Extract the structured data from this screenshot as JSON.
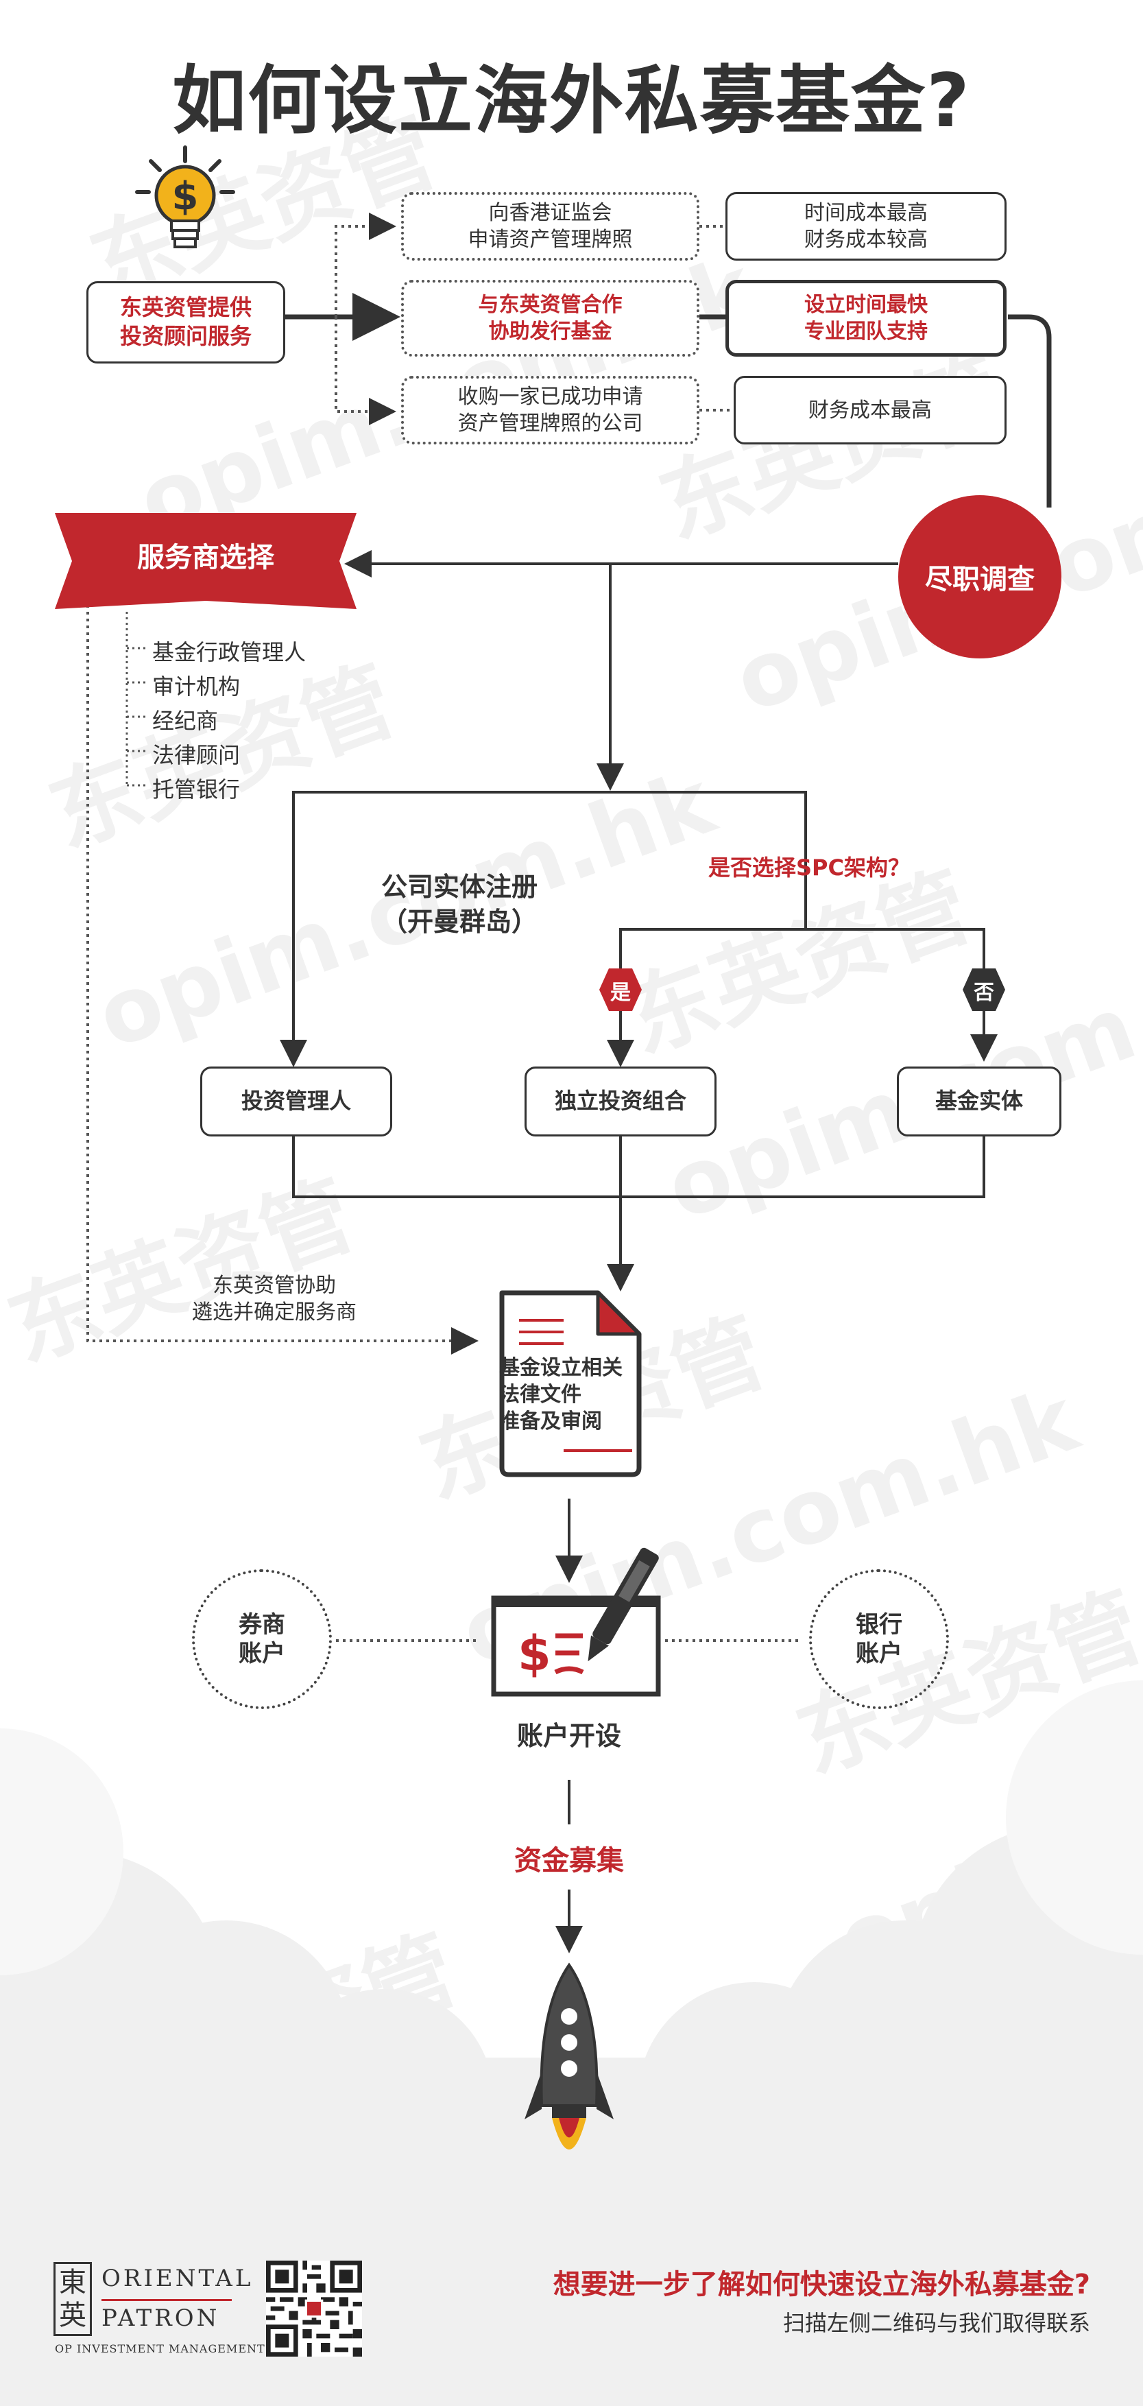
{
  "title": "如何设立海外私募基金?",
  "start": {
    "label": "东英资管提供\n投资顾问服务"
  },
  "options": [
    {
      "label": "向香港证监会\n申请资产管理牌照",
      "note": "时间成本最高\n财务成本较高",
      "highlight": false
    },
    {
      "label": "与东英资管合作\n协助发行基金",
      "note": "设立时间最快\n专业团队支持",
      "highlight": true
    },
    {
      "label": "收购一家已成功申请\n资产管理牌照的公司",
      "note": "财务成本最高",
      "highlight": false
    }
  ],
  "due_diligence": "尽职调查",
  "service_select": {
    "label": "服务商选择",
    "items": [
      "基金行政管理人",
      "审计机构",
      "经纪商",
      "法律顾问",
      "托管银行"
    ]
  },
  "entity": {
    "label": "公司实体注册\n（开曼群岛）",
    "spc_question": "是否选择SPC架构？",
    "yes": "是",
    "no": "否",
    "boxes": [
      "投资管理人",
      "独立投资组合",
      "基金实体"
    ]
  },
  "assist_note": "东英资管协助\n遴选并确定服务商",
  "legal_docs": "基金设立相关\n法律文件\n准备及审阅",
  "accounts": {
    "broker": "券商\n账户",
    "bank": "银行\n账户",
    "opening": "账户开设"
  },
  "fundraising": "资金募集",
  "footer": {
    "logo_char1": "東",
    "logo_char2": "英",
    "logo_line1": "ORIENTAL",
    "logo_line2": "PATRON",
    "logo_sub": "OP INVESTMENT MANAGEMENT",
    "question": "想要进一步了解如何快速设立海外私募基金?",
    "cta": "扫描左侧二维码与我们取得联系"
  },
  "watermark": {
    "cn": "东英资管",
    "en": "opim.com.hk"
  },
  "colors": {
    "accent": "#c1272d",
    "dark": "#333333",
    "bulb": "#f2b21b"
  },
  "icons": [
    "lightbulb-dollar-icon",
    "document-icon",
    "check-pen-icon",
    "rocket-icon",
    "qr-code-icon"
  ]
}
